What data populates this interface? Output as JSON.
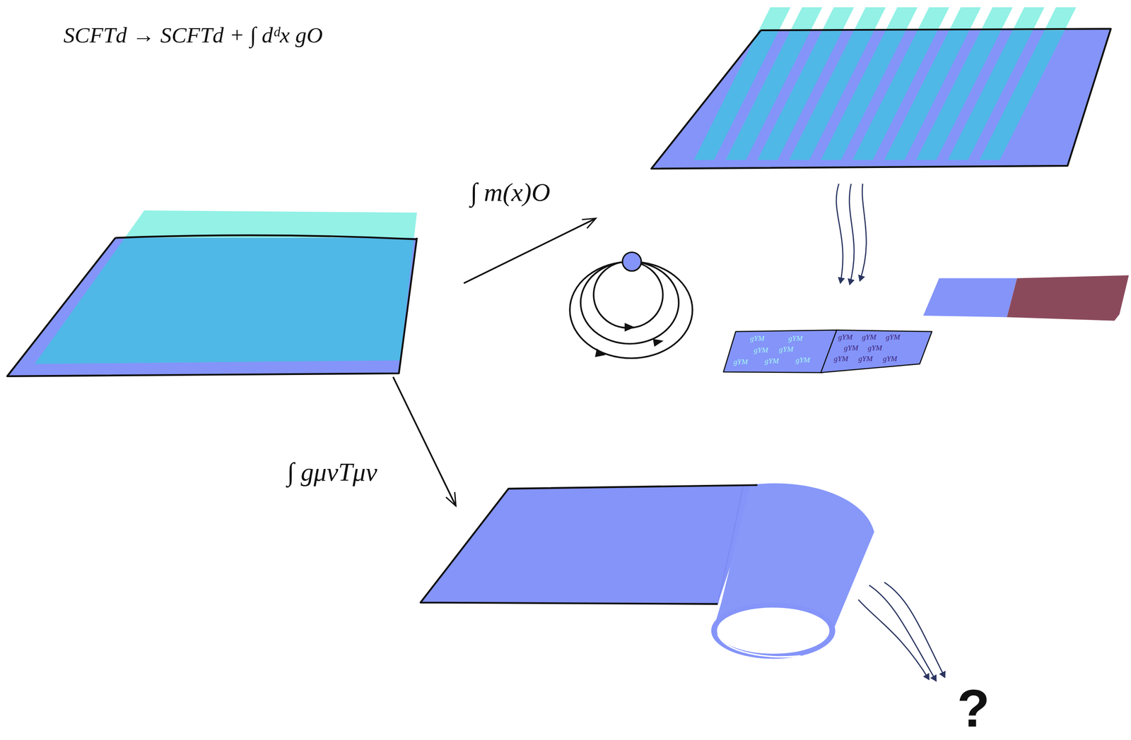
{
  "diagram": {
    "nodes": [
      {
        "text": [
          "gYM",
          "gYM",
          "gYM",
          "gYM",
          "gYM",
          "gYM",
          "gYM"
        ]
      },
      {
        "text": [
          "gYM",
          "gYM",
          "gYM",
          "gYM",
          "gYM",
          "gYM",
          "gYM",
          "gYM"
        ]
      }
    ],
    "labels": [
      "SCFTd → SCFTd + ∫ dᵈx gO",
      "∫ m(x)O",
      "∫ gμνTμν",
      "?"
    ]
  }
}
